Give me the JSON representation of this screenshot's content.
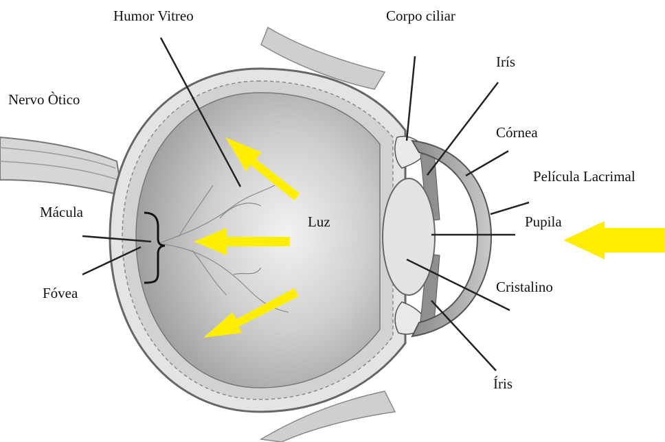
{
  "colors": {
    "arrow": "#ffee00",
    "leader": "#222222",
    "tissue": "#d7d7d7",
    "vitreous": "#bdbdbd"
  },
  "labels": {
    "humor_vitreo": "Humor Vitreo",
    "corpo_ciliar": "Corpo ciliar",
    "iris_top": "Irís",
    "nervo_otico": "Nervo Òtico",
    "cornea": "Córnea",
    "pelicula_lacrimal": "Película Lacrimal",
    "macula": "Mácula",
    "luz": "Luz",
    "pupila": "Pupila",
    "fovea": "Fóvea",
    "cristalino": "Cristalino",
    "iris_bottom": "Íris"
  }
}
